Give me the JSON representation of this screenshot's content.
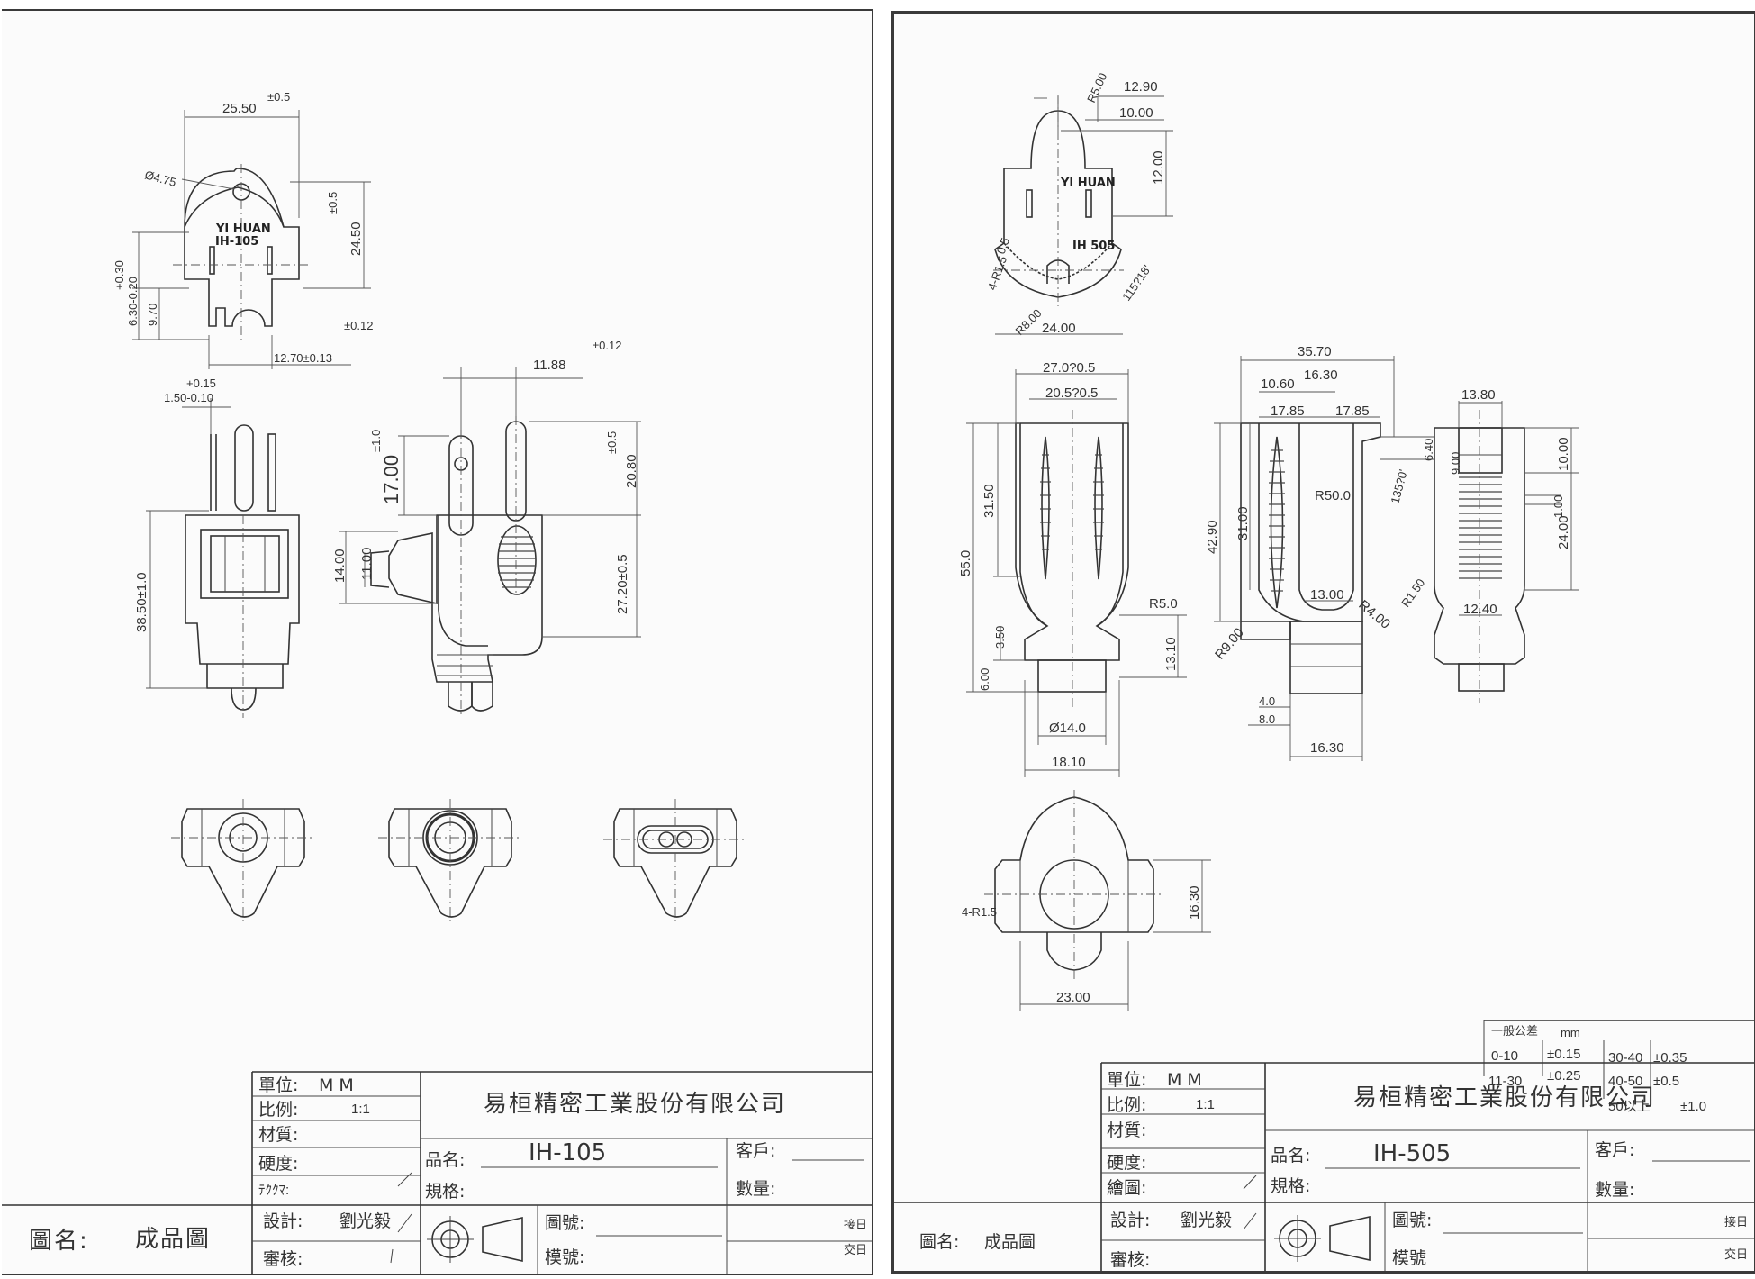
{
  "left": {
    "title_block": {
      "company": "易桓精密工業股份有限公司",
      "unit_label": "單位:",
      "unit_value": "M    M",
      "scale_label": "比例:",
      "scale_value": "1:1",
      "material_label": "材質:",
      "hardness_label": "硬度:",
      "kana_label": "ﾃｸｸﾏ:",
      "design_label": "設計:",
      "designer": "劉光毅",
      "review_label": "審核:",
      "part_name_label": "品名:",
      "part_name": "IH-105",
      "spec_label": "規格:",
      "customer_label": "客戶:",
      "quantity_label": "數量:",
      "drawing_no_label": "圖號:",
      "mold_no_label": "模號:",
      "receive_date": "接日",
      "deliver_date": "交日",
      "drawing_title_label": "圖名:",
      "drawing_title": "成品圖"
    },
    "marks": {
      "brand": "YI HUAN",
      "model": "IH-105"
    },
    "dims": {
      "d1": "25.50",
      "d1tol": "±0.5",
      "d2": "Ø4.75",
      "d3": "±0.5",
      "d4": "24.50",
      "d5": "+0.30",
      "d6": "6.30-0.20",
      "d7": "9.70",
      "d8": "±0.12",
      "d9": "12.70±0.13",
      "d10": "±0.12",
      "d11": "+0.15",
      "d12": "1.50-0.10",
      "d13": "11.88",
      "d14": "±1.0",
      "d15": "17.00",
      "d16": "±0.5",
      "d17": "20.80",
      "d18": "14.00",
      "d19": "11.00",
      "d20": "27.20±0.5",
      "d21": "38.50±1.0"
    }
  },
  "right": {
    "title_block": {
      "company": "易桓精密工業股份有限公司",
      "unit_label": "單位:",
      "unit_value": "M    M",
      "scale_label": "比例:",
      "scale_value": "1:1",
      "material_label": "材質:",
      "hardness_label": "硬度:",
      "draw_label": "繪圖:",
      "design_label": "設計:",
      "designer": "劉光毅",
      "review_label": "審核:",
      "part_name_label": "品名:",
      "part_name": "IH-505",
      "spec_label": "規格:",
      "customer_label": "客戶:",
      "quantity_label": "數量:",
      "drawing_no_label": "圖號:",
      "mold_no_label": "模號",
      "receive_date": "接日",
      "deliver_date": "交日",
      "drawing_title_label": "圖名:",
      "drawing_title": "成品圖"
    },
    "marks": {
      "brand": "YI HUAN",
      "model": "IH  505"
    },
    "tolerance": {
      "header": "一般公差",
      "unit": "mm",
      "r1a": "0-10",
      "r1b": "±0.15",
      "r1c": "30-40",
      "r1d": "±0.35",
      "r2a": "11-30",
      "r2b": "±0.25",
      "r2c": "40-50",
      "r2d": "±0.5",
      "r3a": "50以上",
      "r3b": "±1.0"
    },
    "dims": {
      "e1": "R5.00",
      "e2": "12.90",
      "e3": "10.00",
      "e4": "12.00",
      "e5": "0.5",
      "e6": "4-R1.5",
      "e7": "115?18'",
      "e8": "R8.00",
      "e9": "24.00",
      "e10": "27.0?0.5",
      "e11": "20.5?0.5",
      "e12": "31.50",
      "e13": "55.0",
      "e14": "3.50",
      "e15": "6.00",
      "e16": "R5.0",
      "e17": "13.10",
      "e18": "Ø14.0",
      "e19": "18.10",
      "e20": "35.70",
      "e21": "10.60",
      "e22": "16.30",
      "e23": "17.85",
      "e24": "17.85",
      "e25": "6.40",
      "e26": "9.00",
      "e27": "42.90",
      "e28": "31.00",
      "e29": "R50.0",
      "e30": "135?0'",
      "e31": "13.00",
      "e32": "R4.00",
      "e33": "R9.00",
      "e34": "4.0",
      "e35": "8.0",
      "e36": "16.30",
      "e37": "13.80",
      "e38": "10.00",
      "e39": "1.00",
      "e40": "24.00",
      "e41": "R1.50",
      "e42": "12.40",
      "e43": "4-R1.5",
      "e44": "16.30",
      "e45": "23.00"
    }
  }
}
